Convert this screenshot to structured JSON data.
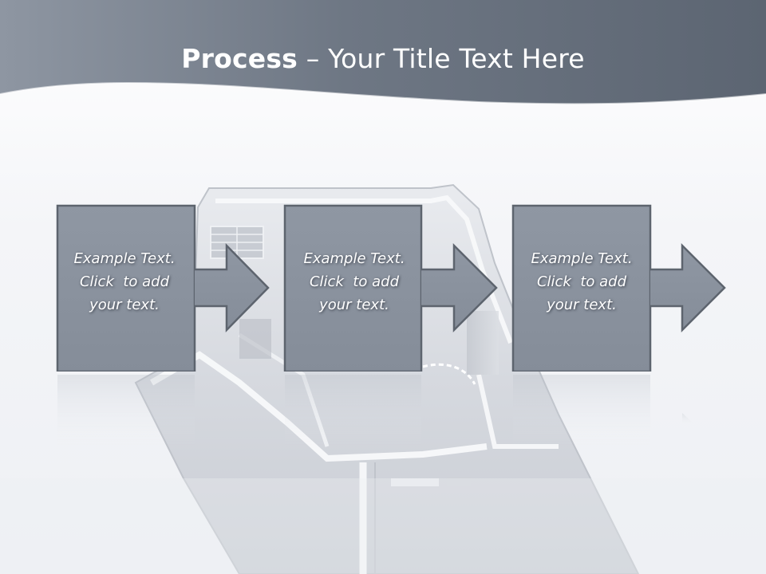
{
  "title": {
    "bold": "Process",
    "rest": " – Your Title Text Here"
  },
  "steps": [
    {
      "line1": "Example Text.",
      "line2": "Click  to add",
      "line3": "your text."
    },
    {
      "line1": "Example Text.",
      "line2": "Click  to add",
      "line3": "your text."
    },
    {
      "line1": "Example Text.",
      "line2": "Click  to add",
      "line3": "your text."
    }
  ],
  "colors": {
    "header": "#6b7480",
    "box_fill": "#8a929e",
    "box_border": "#5d646e"
  }
}
